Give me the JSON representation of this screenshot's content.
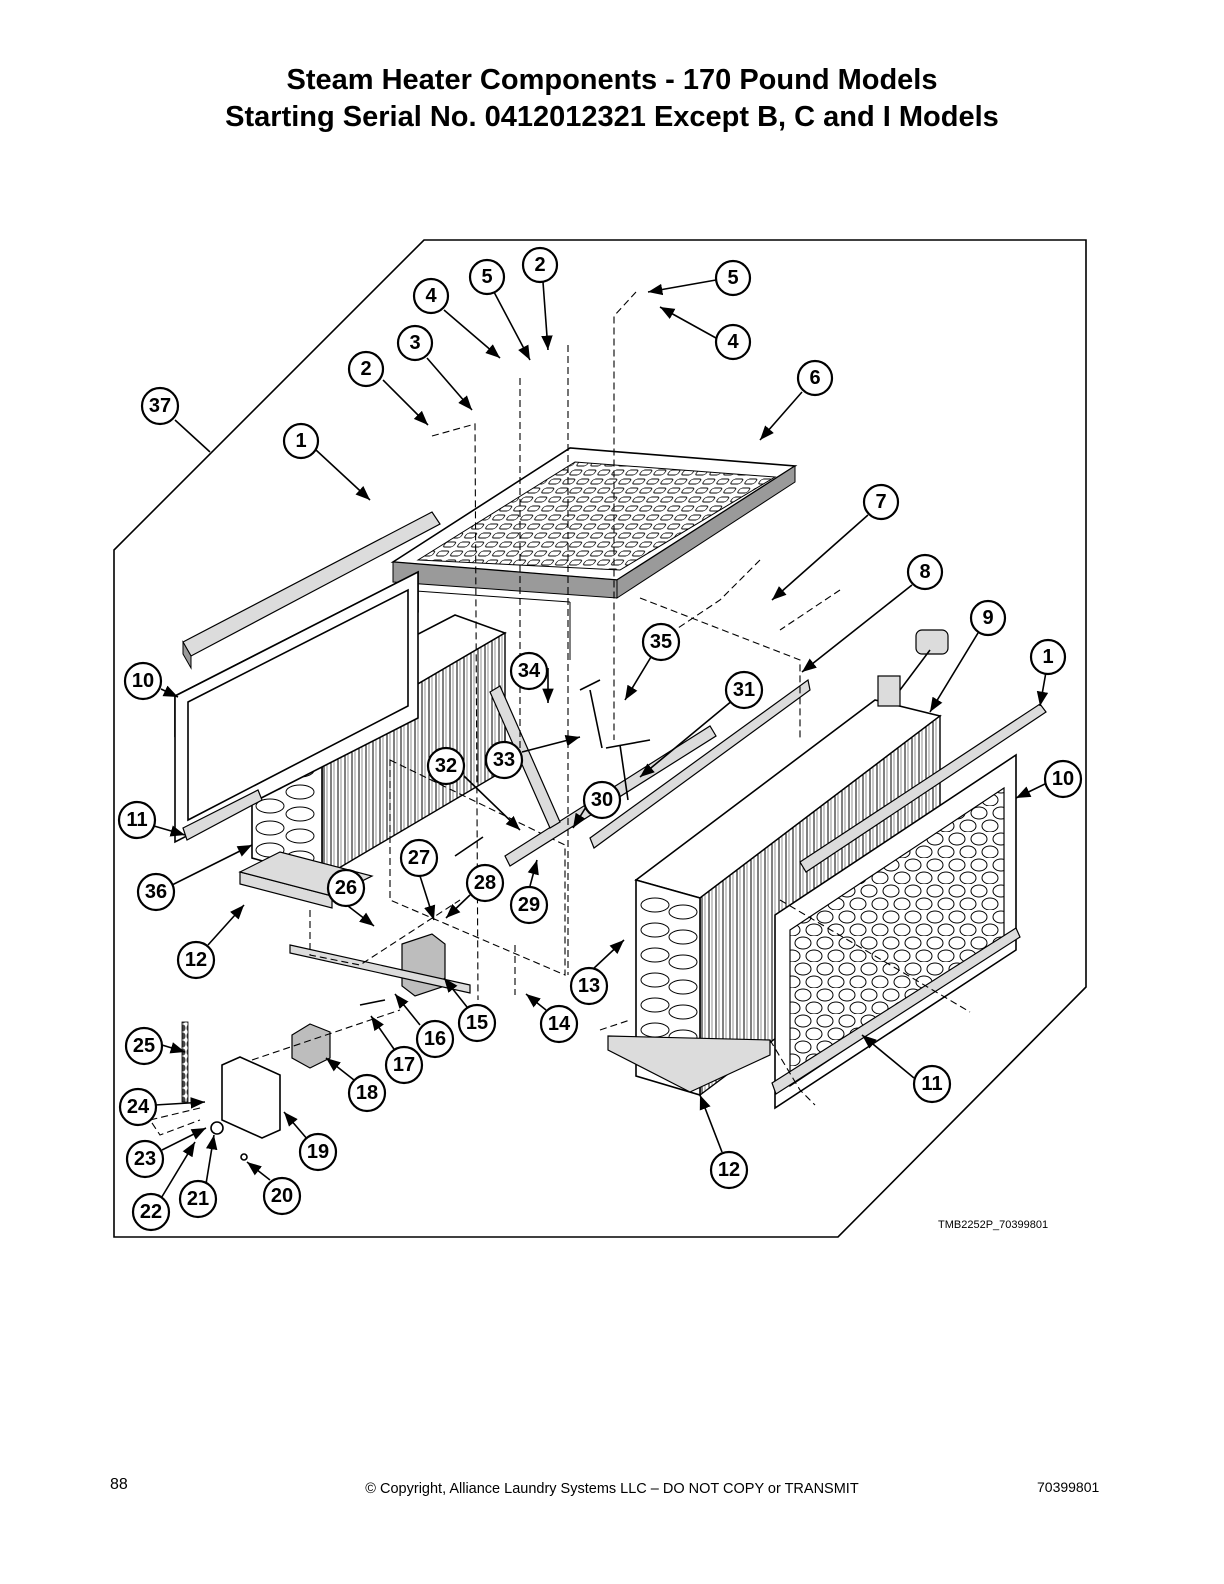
{
  "header": {
    "title_line1": "Steam Heater Components - 170 Pound Models",
    "title_line2": "Starting Serial No. 0412012321 Except B, C and I Models"
  },
  "diagram": {
    "drawing_id": "TMB2252P_70399801",
    "callouts": [
      "1",
      "2",
      "3",
      "4",
      "5",
      "6",
      "7",
      "8",
      "9",
      "10",
      "11",
      "12",
      "13",
      "14",
      "15",
      "16",
      "17",
      "18",
      "19",
      "20",
      "21",
      "22",
      "23",
      "24",
      "25",
      "26",
      "27",
      "28",
      "29",
      "30",
      "31",
      "32",
      "33",
      "34",
      "35",
      "36",
      "37"
    ]
  },
  "footer": {
    "page_number": "88",
    "copyright": "© Copyright, Alliance Laundry Systems LLC – DO NOT COPY or TRANSMIT",
    "document_number": "70399801"
  }
}
